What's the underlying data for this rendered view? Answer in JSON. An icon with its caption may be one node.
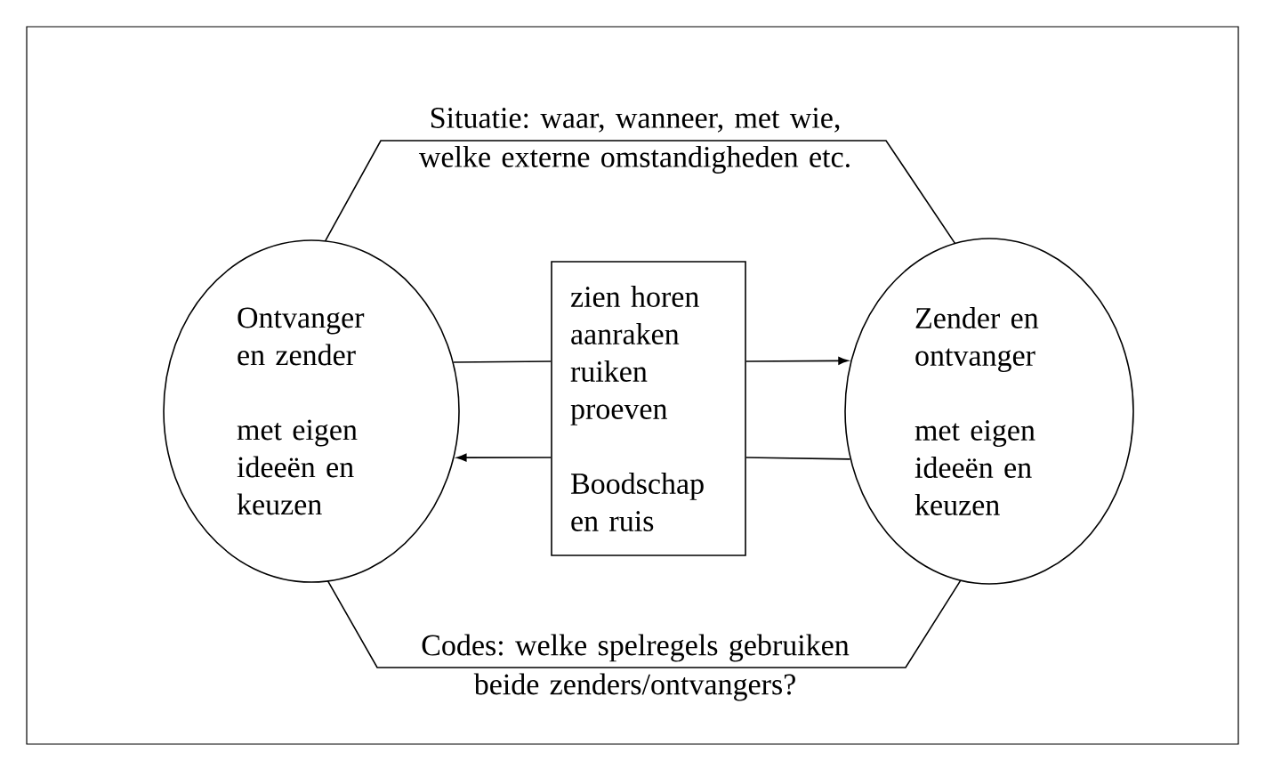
{
  "diagram": {
    "nodes": [
      {
        "text": [
          "Situatie: waar, wanneer, met wie, welke externe omstandigheden etc.",
          "Codes: welke spelregels gebruiken beide zenders/ontvangers?"
        ]
      },
      {
        "text": [
          "Ontvanger en zender",
          "met eigen ideeën en keuzen"
        ]
      },
      {
        "text": [
          "zien horen aanraken ruiken proeven",
          "Boodschap en ruis"
        ],
        "in": 0
      },
      {
        "text": [
          "Zender en ontvanger",
          "met eigen ideeën en keuzen"
        ]
      }
    ],
    "edges": [
      {
        "from": 1,
        "to": 2,
        "arrow": "none"
      },
      {
        "from": 2,
        "to": 3,
        "arrow": "to"
      },
      {
        "from": 3,
        "to": 2,
        "arrow": "none"
      },
      {
        "from": 2,
        "to": 1,
        "arrow": "to"
      }
    ]
  }
}
